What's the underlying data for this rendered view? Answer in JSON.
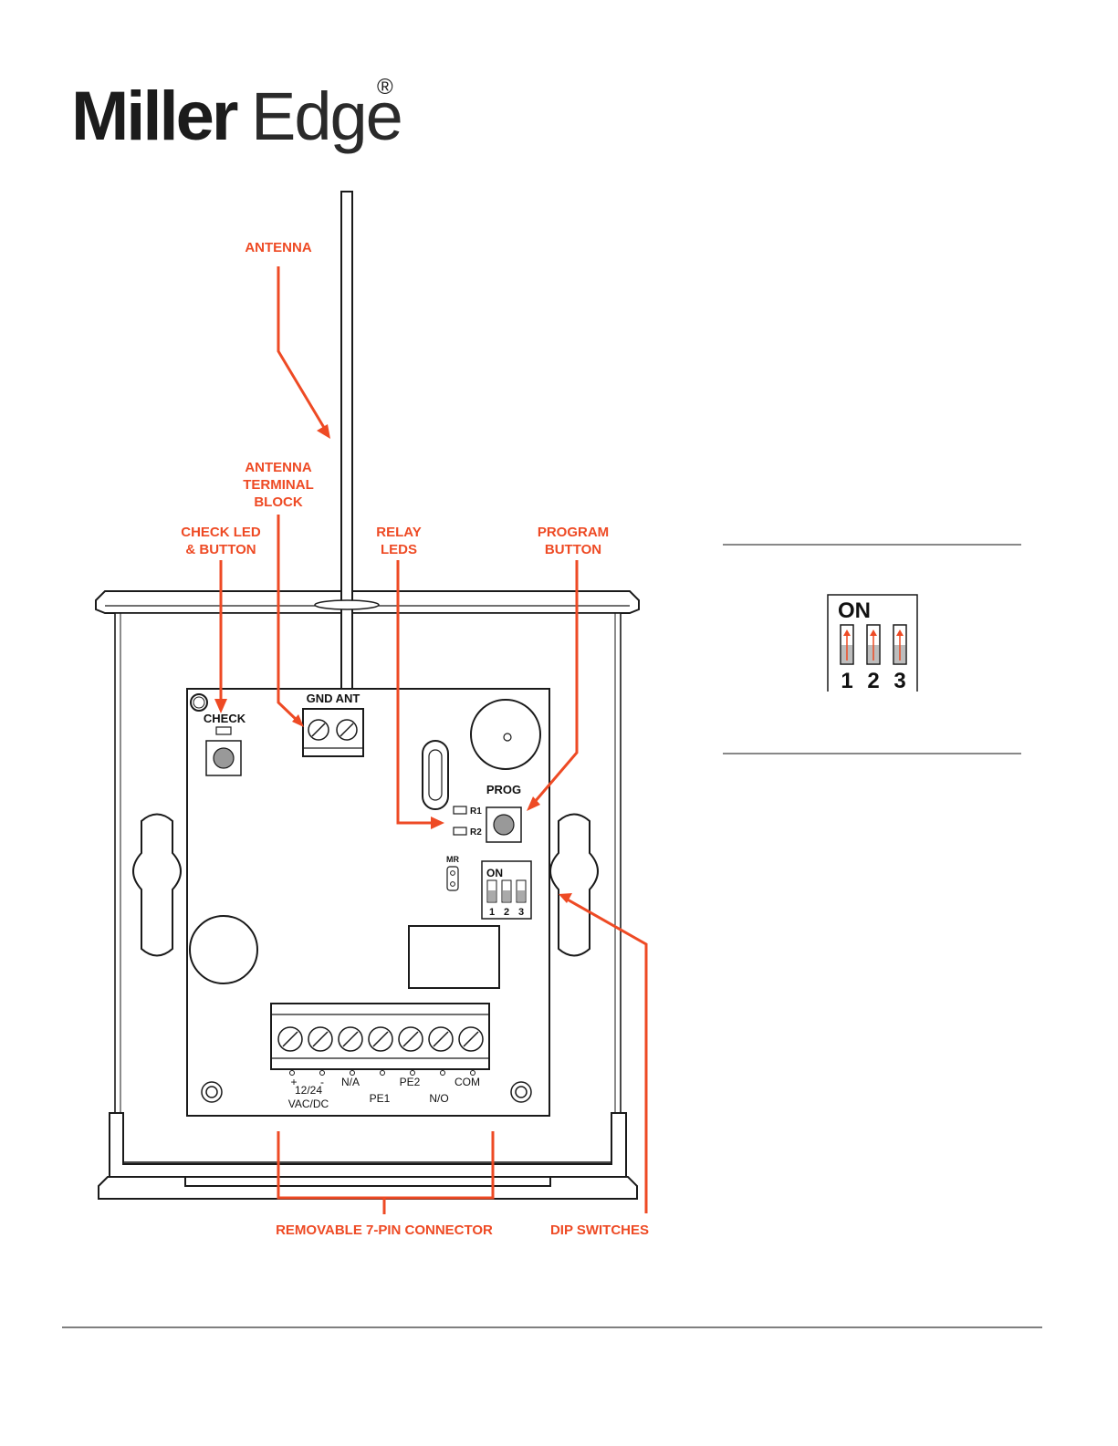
{
  "brand": {
    "name_bold": "Miller",
    "name_light": "Edge",
    "registered_mark": "®"
  },
  "callouts": {
    "antenna": "ANTENNA",
    "antenna_terminal_block": [
      "ANTENNA",
      "TERMINAL",
      "BLOCK"
    ],
    "check_led_button": [
      "CHECK LED",
      "&  BUTTON"
    ],
    "relay_leds": [
      "RELAY",
      "LEDS"
    ],
    "program_button": [
      "PROGRAM",
      "BUTTON"
    ],
    "removable_connector": "REMOVABLE 7-PIN CONNECTOR",
    "dip_switches": "DIP SWITCHES"
  },
  "board": {
    "terminal_label": "GND ANT",
    "check_label": "CHECK",
    "prog_label": "PROG",
    "relay_led_1": "R1",
    "relay_led_2": "R2",
    "mr_label": "MR",
    "dip_on_label": "ON",
    "dip_numbers": [
      "1",
      "2",
      "3"
    ],
    "connector_pins_top": [
      "+",
      "-",
      "N/A",
      "PE2",
      "COM"
    ],
    "connector_pins_bottom": [
      "12/24",
      "VAC/DC",
      "PE1",
      "N/O"
    ]
  },
  "dip_detail": {
    "on_label": "ON",
    "numbers": [
      "1",
      "2",
      "3"
    ],
    "switch_positions": [
      "ON",
      "ON",
      "ON"
    ]
  },
  "colors": {
    "accent": "#ee4a24",
    "line": "#1a1a1a",
    "switch_fill": "#bdbdbd"
  }
}
